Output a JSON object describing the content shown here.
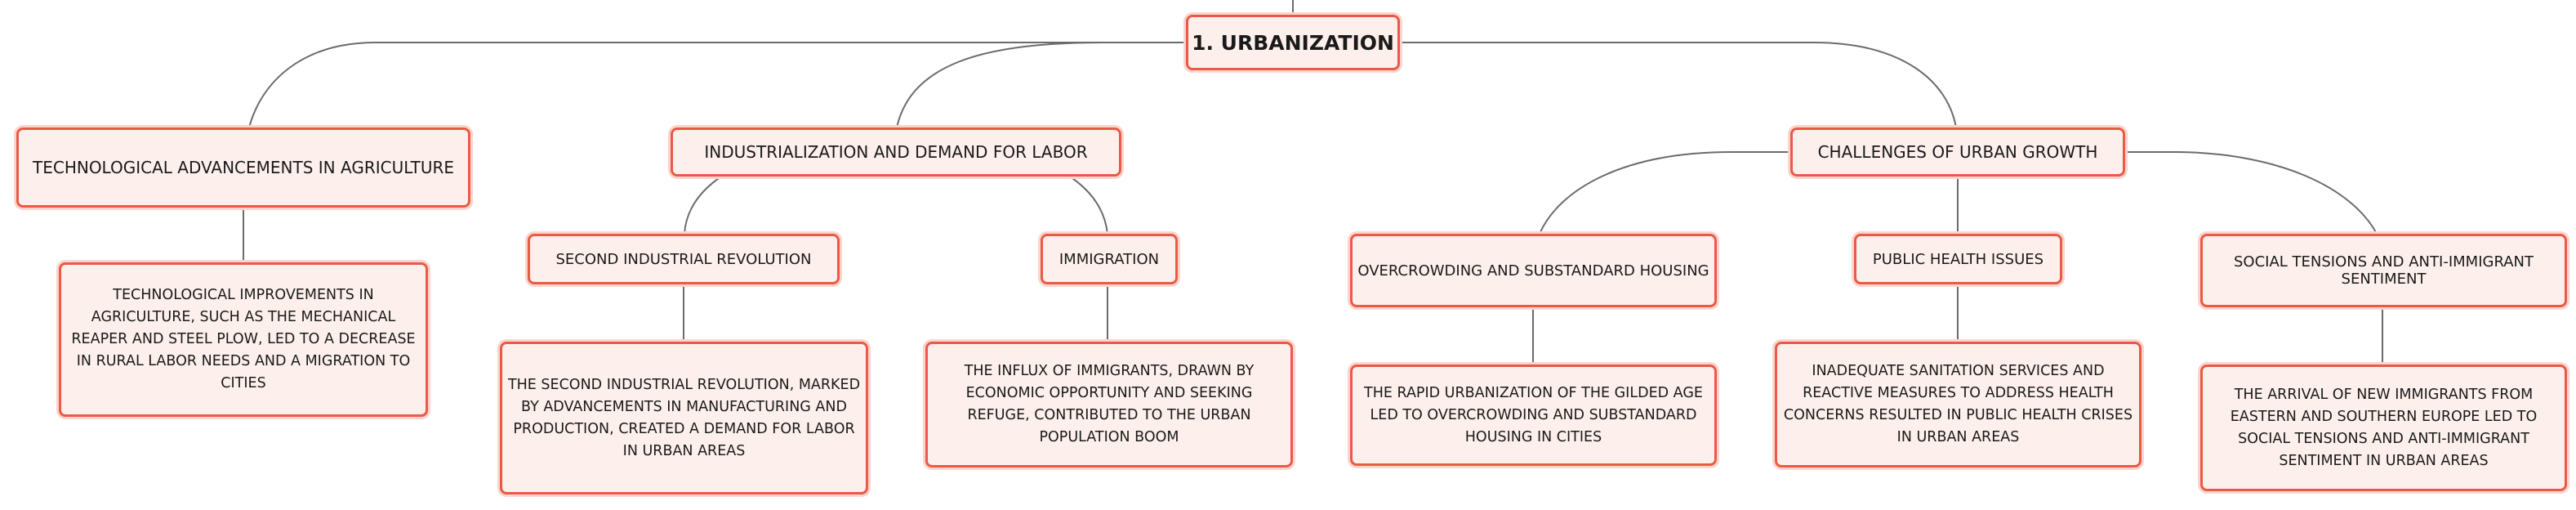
{
  "colors": {
    "node_border": "#ea5a47",
    "node_fill": "#fdf0ec",
    "node_glow": "#fbd5cd",
    "connector": "#6b6b6b"
  },
  "root": {
    "title": "1. URBANIZATION"
  },
  "branches": {
    "agriculture": {
      "title": "TECHNOLOGICAL ADVANCEMENTS IN AGRICULTURE",
      "detail": "TECHNOLOGICAL IMPROVEMENTS IN AGRICULTURE, SUCH AS THE MECHANICAL REAPER AND STEEL PLOW, LED TO A DECREASE IN RURAL LABOR NEEDS AND A MIGRATION TO CITIES"
    },
    "industrialization": {
      "title": "INDUSTRIALIZATION AND DEMAND FOR LABOR",
      "children": {
        "second_revolution": {
          "title": "SECOND INDUSTRIAL REVOLUTION",
          "detail": "THE SECOND INDUSTRIAL REVOLUTION, MARKED BY ADVANCEMENTS IN MANUFACTURING AND PRODUCTION, CREATED A DEMAND FOR LABOR IN URBAN AREAS"
        },
        "immigration": {
          "title": "IMMIGRATION",
          "detail": "THE INFLUX OF IMMIGRANTS, DRAWN BY ECONOMIC OPPORTUNITY AND SEEKING REFUGE, CONTRIBUTED TO THE URBAN POPULATION BOOM"
        }
      }
    },
    "challenges": {
      "title": "CHALLENGES OF URBAN GROWTH",
      "children": {
        "overcrowding": {
          "title": "OVERCROWDING AND SUBSTANDARD HOUSING",
          "detail": "THE RAPID URBANIZATION OF THE GILDED AGE LED TO OVERCROWDING AND SUBSTANDARD HOUSING IN CITIES"
        },
        "public_health": {
          "title": "PUBLIC HEALTH ISSUES",
          "detail": "INADEQUATE SANITATION SERVICES AND REACTIVE MEASURES TO ADDRESS HEALTH CONCERNS RESULTED IN PUBLIC HEALTH CRISES IN URBAN AREAS"
        },
        "social_tensions": {
          "title": "SOCIAL TENSIONS AND ANTI-IMMIGRANT SENTIMENT",
          "detail": "THE ARRIVAL OF NEW IMMIGRANTS FROM EASTERN AND SOUTHERN EUROPE LED TO SOCIAL TENSIONS AND ANTI-IMMIGRANT SENTIMENT IN URBAN AREAS"
        }
      }
    }
  }
}
